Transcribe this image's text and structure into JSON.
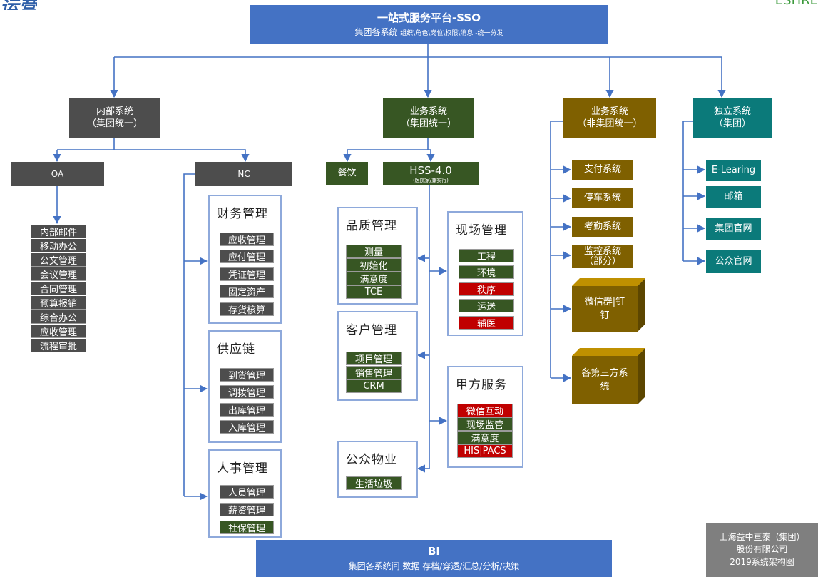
{
  "logo_left": "运营",
  "logo_right": "ESHRE",
  "top": {
    "title": "一站式服务平台-SSO",
    "sub_main": "集团各系统",
    "sub_rest": "组织\\角色\\岗位\\权限\\消息  -统一分发"
  },
  "internal": {
    "line1": "内部系统",
    "line2": "（集团统一）"
  },
  "business": {
    "line1": "业务系统",
    "line2": "（集团统一）"
  },
  "business_non": {
    "line1": "业务系统",
    "line2": "（非集团统一）"
  },
  "independent": {
    "line1": "独立系统",
    "line2": "（集团）"
  },
  "oa": {
    "label": "OA",
    "items": [
      "内部邮件",
      "移动办公",
      "公文管理",
      "会议管理",
      "合同管理",
      "预算报销",
      "综合办公",
      "应收管理",
      "流程审批"
    ]
  },
  "nc": {
    "label": "NC",
    "finance": {
      "title": "财务管理",
      "items": [
        "应收管理",
        "应付管理",
        "凭证管理",
        "固定资产",
        "存货核算"
      ]
    },
    "supply": {
      "title": "供应链",
      "items": [
        "到货管理",
        "调拨管理",
        "出库管理",
        "入库管理"
      ]
    },
    "hr": {
      "title": "人事管理",
      "items": [
        "人员管理",
        "薪资管理",
        "社保管理"
      ]
    }
  },
  "catering": "餐饮",
  "hss": {
    "title": "HSS-4.0",
    "sub": "(医院家/兼实行)"
  },
  "quality": {
    "title": "品质管理",
    "items": [
      "测量",
      "初始化",
      "满意度",
      "TCE"
    ]
  },
  "customer": {
    "title": "客户管理",
    "items": [
      "项目管理",
      "销售管理",
      "CRM"
    ]
  },
  "public": {
    "title": "公众物业",
    "items": [
      "生活垃圾"
    ]
  },
  "site": {
    "title": "现场管理",
    "items": [
      "工程",
      "环境",
      "秩序",
      "运送",
      "辅医"
    ]
  },
  "client": {
    "title": "甲方服务",
    "items": [
      "微信互动",
      "现场监管",
      "满意度",
      "HIS|PACS"
    ]
  },
  "nongroup_items": [
    "支付系统",
    "停车系统",
    "考勤系统",
    "监控系统",
    "（部分）"
  ],
  "cubes": [
    [
      "微信群|钉",
      "钉"
    ],
    [
      "各第三方系",
      "统"
    ]
  ],
  "indep_items": [
    "E-Learing",
    "邮箱",
    "集团官网",
    "公众官网"
  ],
  "bi": {
    "title": "BI",
    "sub": "集团各系统间 数据 存档/穿透/汇总/分析/决策"
  },
  "caption": [
    "上海益中亘泰（集团）",
    "股份有限公司",
    "2019系统架构图"
  ],
  "colors": {
    "blue": "#4472c4",
    "dark_grey": "#4d4d4d",
    "dark_green": "#375623",
    "gold": "#7f6000",
    "teal": "#0b7a7a",
    "red": "#c00000",
    "connector": "#4472c4"
  }
}
